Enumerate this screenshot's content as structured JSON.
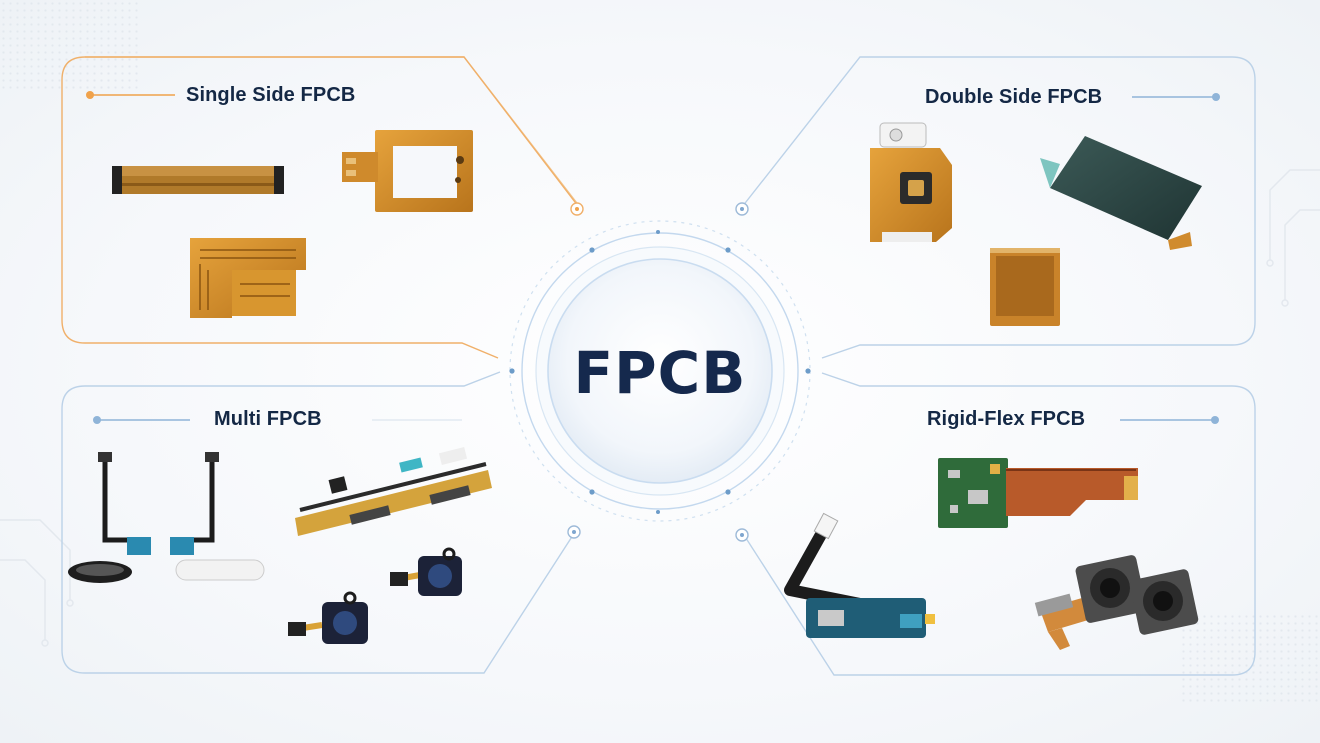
{
  "center": {
    "label": "FPCB"
  },
  "panels": [
    {
      "id": "single",
      "title": "Single Side FPCB",
      "accent": "#f0a24b"
    },
    {
      "id": "double",
      "title": "Double Side FPCB",
      "accent": "#8fb4d8"
    },
    {
      "id": "multi",
      "title": "Multi FPCB",
      "accent": "#8fb4d8"
    },
    {
      "id": "rigid-flex",
      "title": "Rigid-Flex FPCB",
      "accent": "#8fb4d8"
    }
  ],
  "colors": {
    "copper": "#d88f2a",
    "copper_dark": "#9a5a12",
    "pcb_green": "#2f6b3a",
    "title_text": "#142845"
  },
  "icons": [
    "flex-cable",
    "copper-frame-circuit",
    "bent-flex-circuit",
    "camera-flex-module",
    "dark-flex-panel",
    "square-copper-pad",
    "button-flex-cable",
    "strip-flex-assembly",
    "audio-jack-flex",
    "rigid-flex-board",
    "charging-port-flex",
    "dual-camera-module"
  ]
}
